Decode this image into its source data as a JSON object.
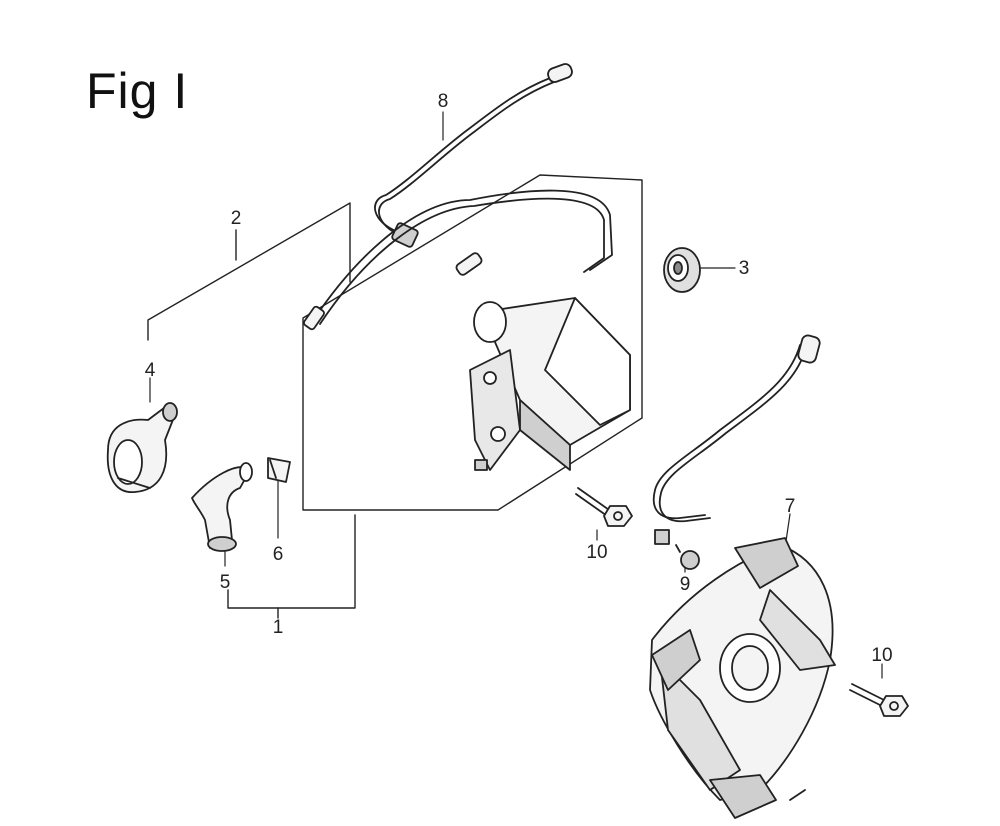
{
  "figure": {
    "title": "Fig I"
  },
  "callouts": {
    "c1": "1",
    "c2": "2",
    "c3": "3",
    "c4": "4",
    "c5": "5",
    "c6": "6",
    "c7": "7",
    "c8": "8",
    "c9": "9",
    "c10a": "10",
    "c10b": "10"
  },
  "colors": {
    "ink": "#222222",
    "light": "#f4f4f4",
    "mid": "#cfcfcf",
    "dark": "#8a8a8a"
  }
}
